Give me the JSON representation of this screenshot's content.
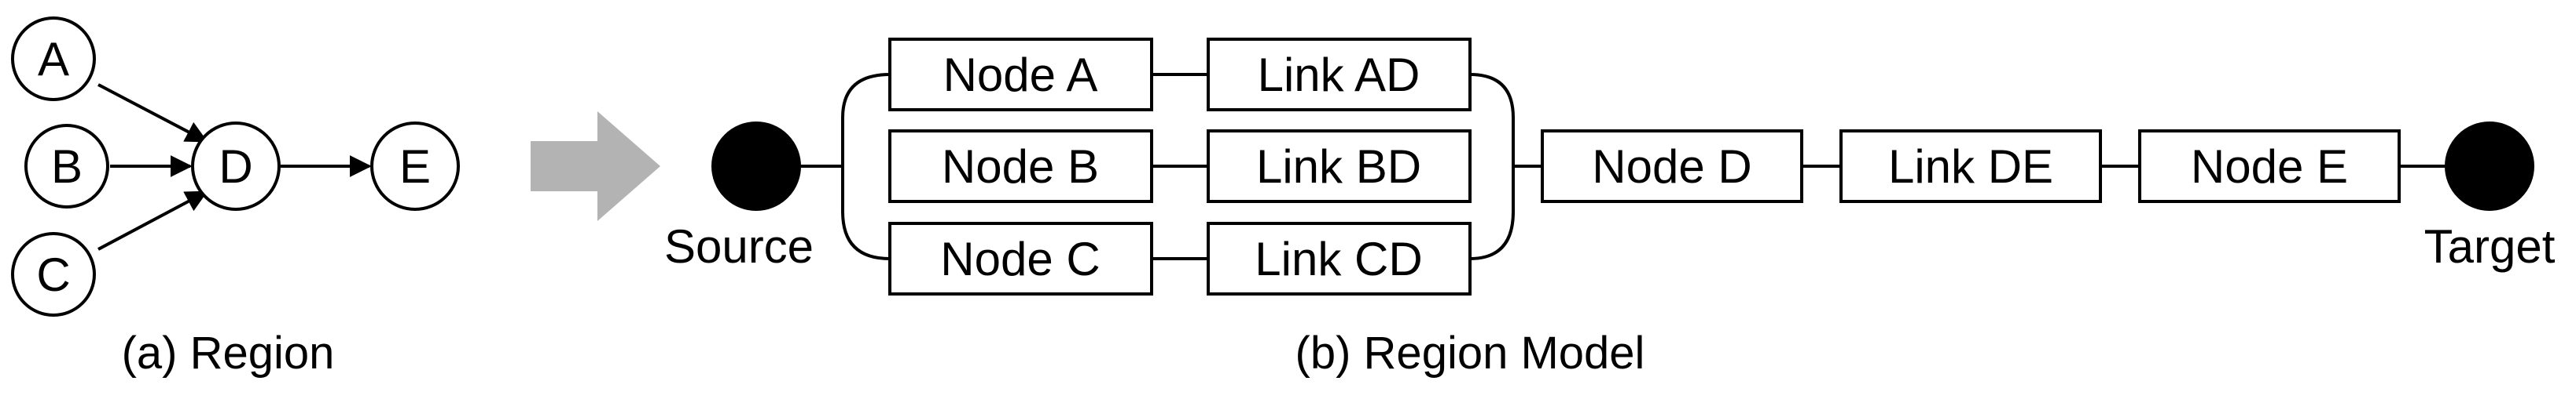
{
  "region": {
    "nodes": [
      {
        "id": "A",
        "label": "A"
      },
      {
        "id": "B",
        "label": "B"
      },
      {
        "id": "C",
        "label": "C"
      },
      {
        "id": "D",
        "label": "D"
      },
      {
        "id": "E",
        "label": "E"
      }
    ],
    "edges": [
      {
        "from": "A",
        "to": "D"
      },
      {
        "from": "B",
        "to": "D"
      },
      {
        "from": "C",
        "to": "D"
      },
      {
        "from": "D",
        "to": "E"
      }
    ],
    "caption": "(a) Region"
  },
  "model": {
    "source_label": "Source",
    "target_label": "Target",
    "parallel_rows": [
      {
        "node": "Node A",
        "link": "Link AD"
      },
      {
        "node": "Node B",
        "link": "Link BD"
      },
      {
        "node": "Node C",
        "link": "Link CD"
      }
    ],
    "serial_chain": [
      "Node D",
      "Link DE",
      "Node E"
    ],
    "caption": "(b) Region Model"
  },
  "colors": {
    "stroke": "#000000",
    "terminal_fill": "#000000",
    "transition_arrow": "#b3b3b3",
    "background": "#ffffff"
  },
  "icons": {
    "transition": "right-arrow-icon"
  }
}
